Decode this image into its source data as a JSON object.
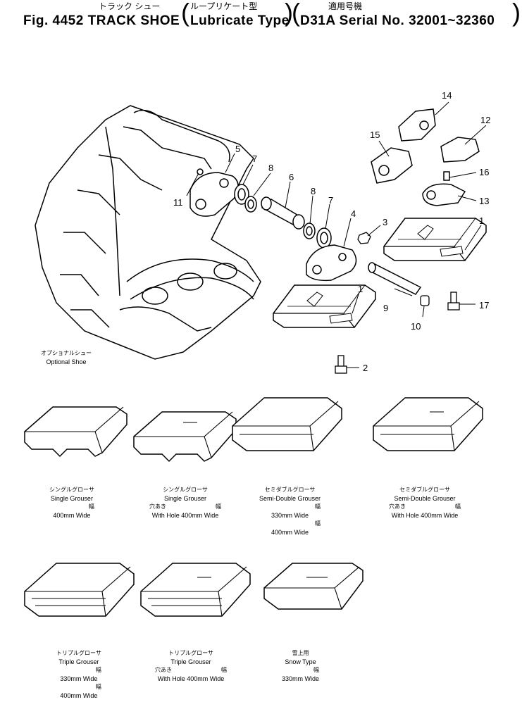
{
  "header": {
    "title_jp_left": "トラック シュー",
    "title_jp_mid": "ループリケート型",
    "title_jp_right": "適用号機",
    "fig_label": "Fig. 4452 TRACK SHOE",
    "type_label": "Lubricate Type",
    "serial_label": "D31A Serial No. 32001~32360"
  },
  "callouts": [
    "1",
    "1",
    "2",
    "3",
    "4",
    "5",
    "6",
    "7",
    "7",
    "8",
    "8",
    "9",
    "10",
    "11",
    "12",
    "13",
    "14",
    "15",
    "16",
    "17"
  ],
  "optional_shoe": {
    "jp": "オプショナルシュー",
    "en": "Optional Shoe"
  },
  "shoe_variants": [
    {
      "jp": "シングルグローサ",
      "en": "Single Grouser",
      "hole_jp": "",
      "hole_en": "",
      "width_jp": "幅",
      "widths": [
        "400mm Wide"
      ]
    },
    {
      "jp": "シングルグローサ",
      "en": "Single Grouser",
      "hole_jp": "穴あき",
      "hole_en": "With Hole",
      "width_jp": "幅",
      "widths": [
        "400mm Wide"
      ]
    },
    {
      "jp": "セミダブルグローサ",
      "en": "Semi-Double Grouser",
      "hole_jp": "",
      "hole_en": "",
      "width_jp": "幅",
      "widths": [
        "330mm Wide",
        "400mm Wide"
      ]
    },
    {
      "jp": "セミダブルグローサ",
      "en": "Semi-Double Grouser",
      "hole_jp": "穴あき",
      "hole_en": "With Hole",
      "width_jp": "幅",
      "widths": [
        "400mm Wide"
      ]
    },
    {
      "jp": "トリプルグローサ",
      "en": "Triple Grouser",
      "hole_jp": "",
      "hole_en": "",
      "width_jp": "幅",
      "widths": [
        "330mm Wide",
        "400mm Wide"
      ]
    },
    {
      "jp": "トリプルグローサ",
      "en": "Triple Grouser",
      "hole_jp": "穴あき",
      "hole_en": "With Hole",
      "width_jp": "幅",
      "widths": [
        "400mm Wide"
      ]
    },
    {
      "jp": "雪上用",
      "en": "Snow Type",
      "hole_jp": "",
      "hole_en": "",
      "width_jp": "幅",
      "widths": [
        "330mm Wide"
      ]
    }
  ]
}
